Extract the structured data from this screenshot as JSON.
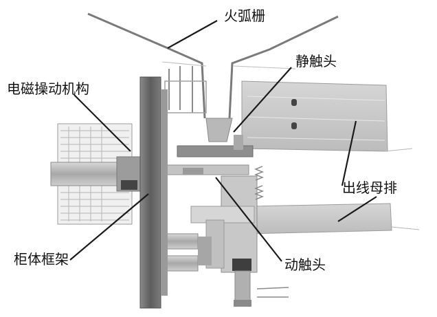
{
  "labels": {
    "arc_chute": "火弧栅",
    "static_contact": "静触头",
    "electromagnetic_mechanism": "电磁操动机构",
    "outgoing_busbar": "出线母排",
    "cabinet_frame": "柜体框架",
    "moving_contact": "动触头"
  },
  "colors": {
    "background": "#ffffff",
    "label_text": "#111111",
    "leader_line": "#1a1a1a",
    "frame_dark": "#6e6e6e",
    "busbar_gray": "#c9c9c9",
    "part_gray": "#9a9a9a",
    "light_gray": "#dadada",
    "wire_gray": "#8a8a8a"
  }
}
